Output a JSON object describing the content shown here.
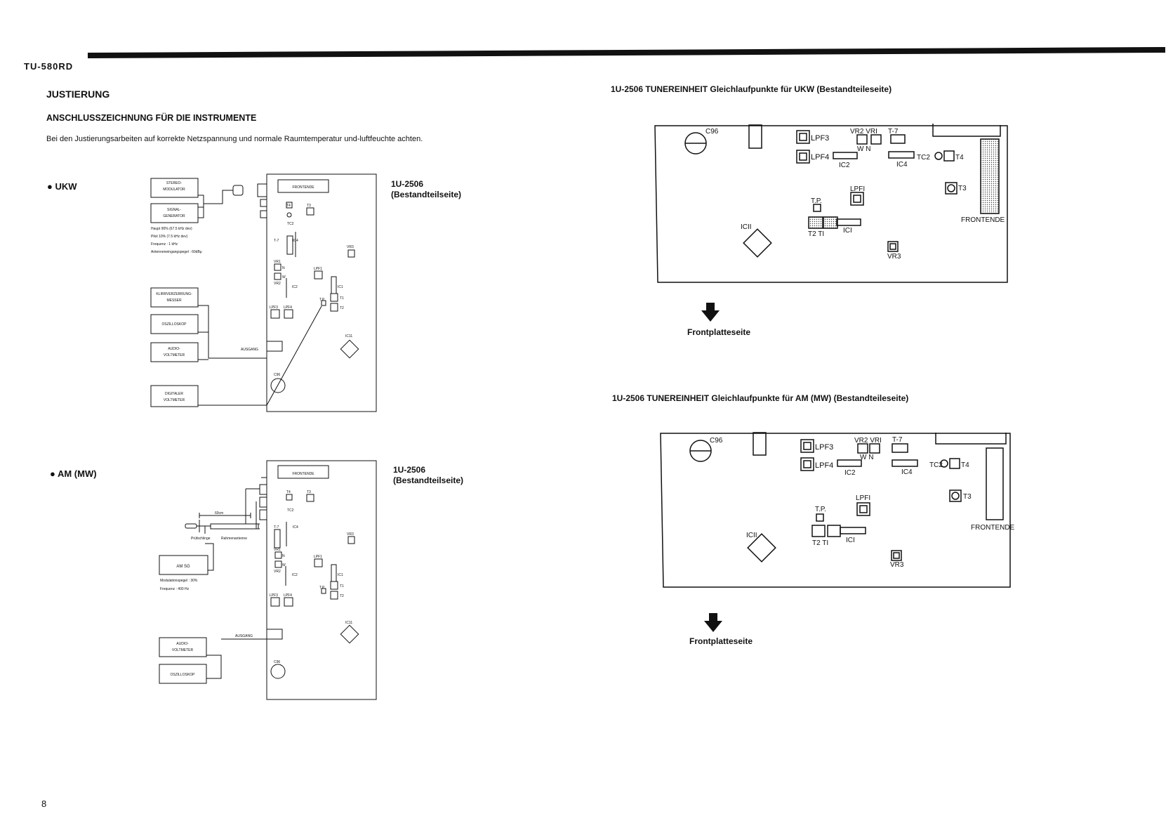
{
  "header": {
    "model": "TU-580RD"
  },
  "section": {
    "title": "JUSTIERUNG",
    "subtitle": "ANSCHLUSSZEICHNUNG FÜR DIE INSTRUMENTE",
    "intro": "Bei den Justierungsarbeiten auf korrekte Netzspannung und normale Raumtemperatur und-luftfeuchte achten."
  },
  "ukw": {
    "label": "● UKW",
    "board_ref": [
      "1U-2506",
      "(Bestandteilseite)"
    ],
    "instruments": {
      "stereo_modulator": [
        "STEREO-",
        "MODULATOR"
      ],
      "signal_generator": [
        "SIGNAL-",
        "GENERATOR"
      ],
      "klirr": [
        "KLIRRVERZERRUNG-",
        "MESSER"
      ],
      "oszilloskop": "OSZILLOSKOP",
      "audio_voltmeter": [
        "AUDIO-",
        "VOLTMETER"
      ],
      "digital_voltmeter": [
        "DIGITALER",
        "VOLTMETER"
      ]
    },
    "settings": [
      "Haupt 90% (67.5 kHz dev)",
      "Pilot  10% (7.5 kHz dev)",
      "Frequenz : 1 kHz",
      "Antenneneingangspegel : 60dBμ"
    ],
    "board_labels": {
      "frontende": "FRONTENDE",
      "t4": "T4",
      "t3": "T3",
      "tc2": "TC2",
      "t7": "T-7",
      "ic4": "IC4",
      "vr3": "VR3",
      "vr1": "VR1",
      "n": "N",
      "w": "W",
      "vr2": "VR2",
      "lpf1": "LPF1",
      "ic2": "IC2",
      "ic1": "IC1",
      "tp": "T.P.",
      "t1": "T1",
      "t2": "T2",
      "lpf3": "LPF3",
      "lpf4": "LPF4",
      "ic11": "IC11",
      "c96": "C96",
      "ausgang": "AUSGANG"
    }
  },
  "am": {
    "label": "● AM (MW)",
    "board_ref": [
      "1U-2506",
      "(Bestandteilseite)"
    ],
    "distance": "60cm",
    "pruefschlinge": "Prüfschlinge",
    "rahmenantenne": "Rahmenantenne",
    "am_sg": "AM SG",
    "settings": [
      "Modulationspegel : 30%",
      "Frequenz : 400 Hz"
    ],
    "audio_voltmeter": [
      "AUDIO-",
      "VOLTMETER"
    ],
    "oszilloskop": "OSZILLOSKOP",
    "ausgang": "AUSGANG"
  },
  "right_ukw": {
    "title": "1U-2506 TUNEREINHEIT Gleichlaufpunkte für UKW (Bestandteileseite)",
    "front_label": "Frontplatteseite",
    "labels": {
      "c96": "C96",
      "lpf3": "LPF3",
      "lpf4": "LPF4",
      "vr2vr1": "VR2 VRI",
      "wn": "W  N",
      "t7": "T-7",
      "ic2": "IC2",
      "ic4": "IC4",
      "tc2": "TC2",
      "t4": "T4",
      "t3": "T3",
      "lpf1": "LPFI",
      "tp": "T.P.",
      "ic11": "ICII",
      "t2t1": "T2  TI",
      "ic1": "ICI",
      "vr3": "VR3",
      "frontende": "FRONTENDE"
    }
  },
  "right_am": {
    "title": "1U-2506 TUNEREINHEIT Gleichlaufpunkte für AM (MW) (Bestandteileseite)",
    "front_label": "Frontplatteseite"
  },
  "page_number": "8"
}
